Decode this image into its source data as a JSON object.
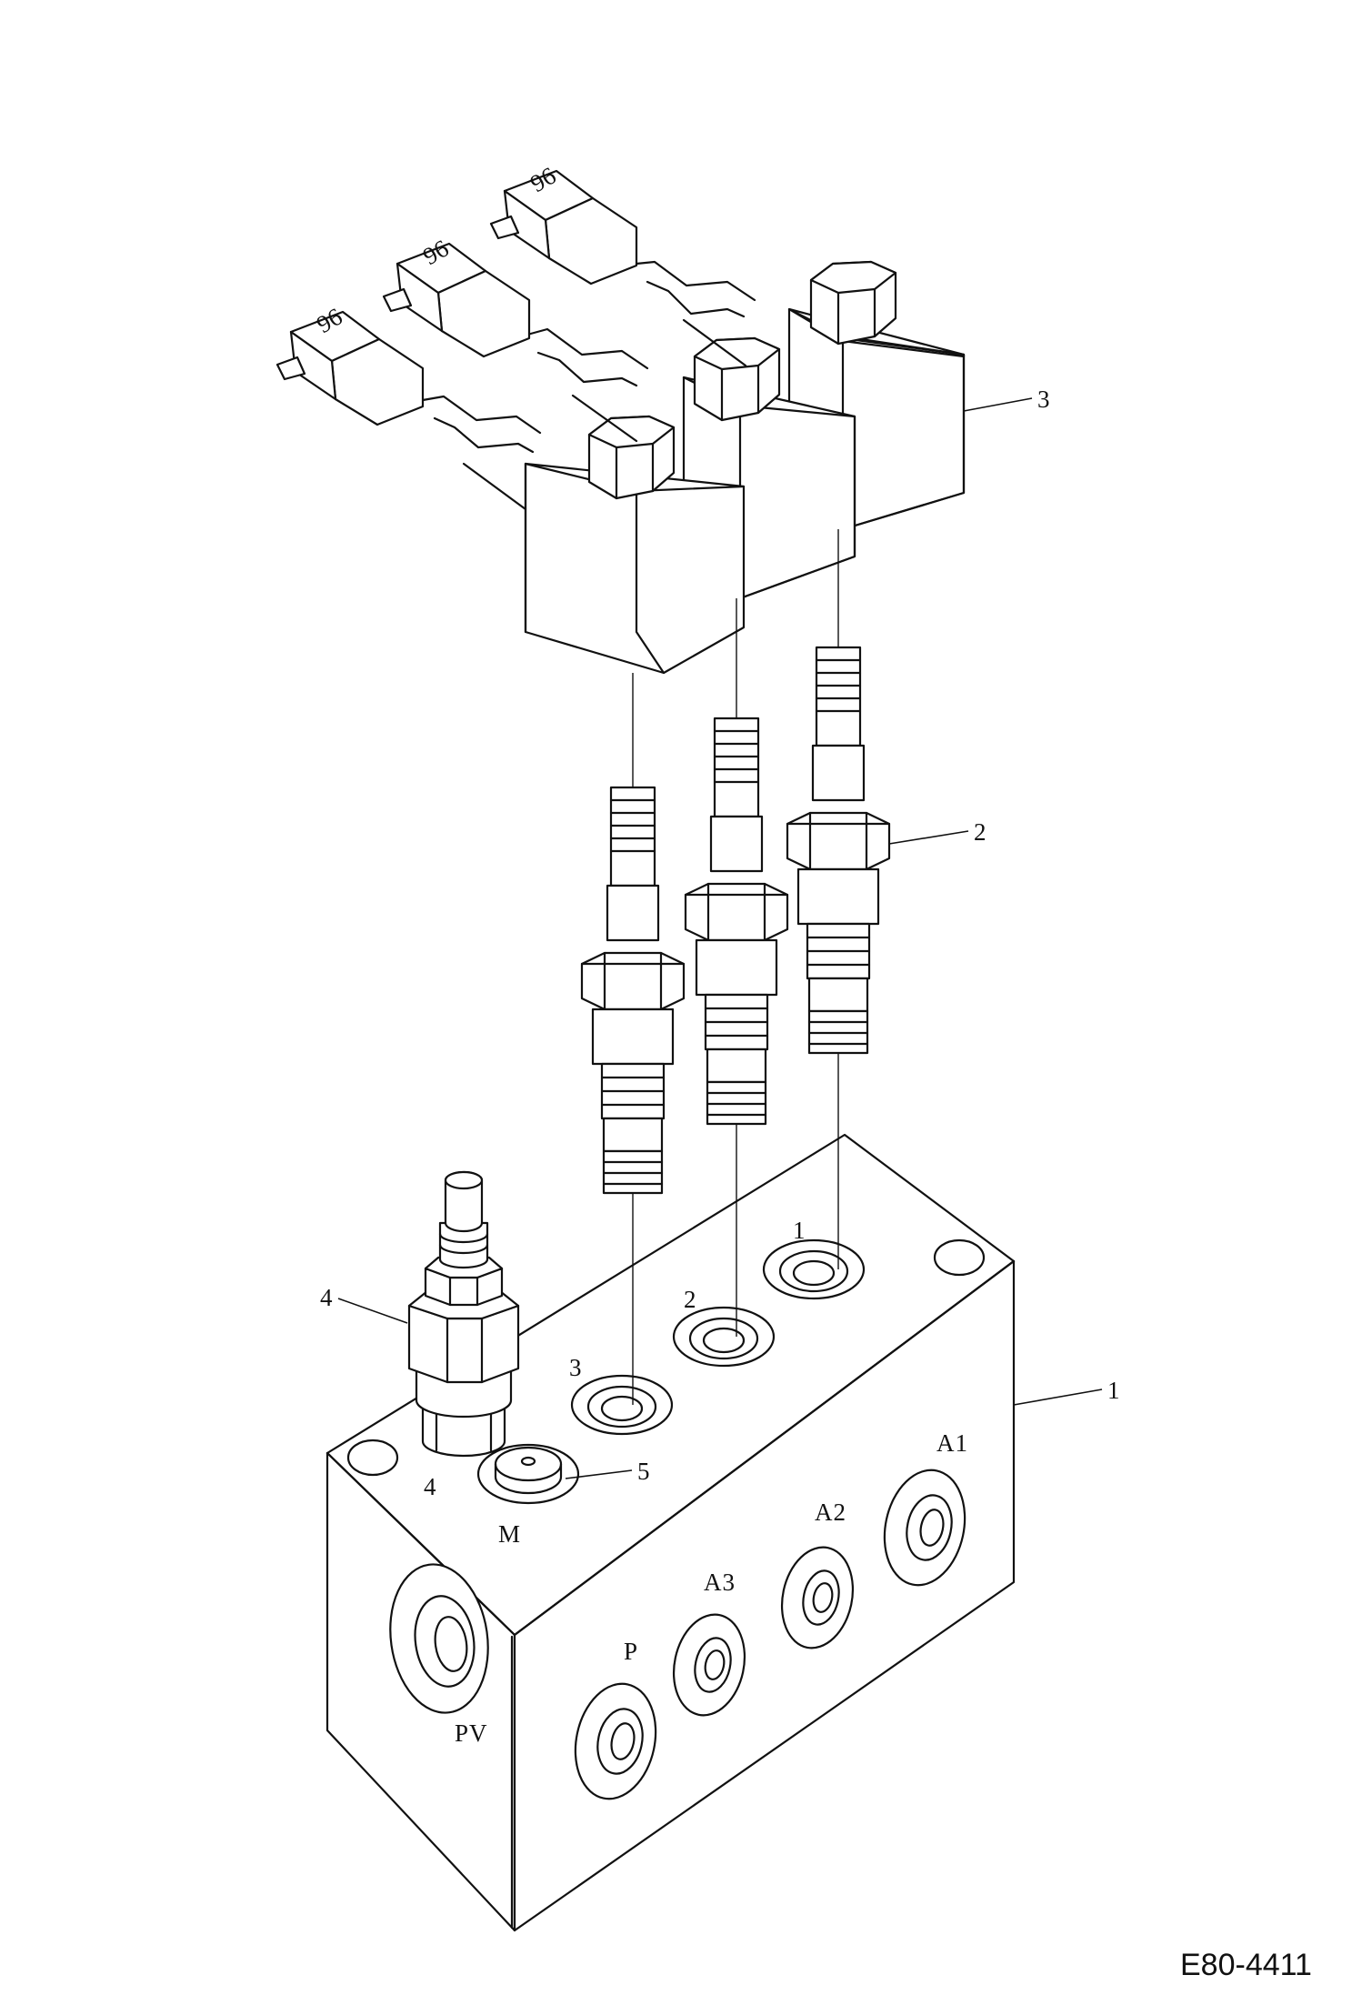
{
  "drawing": {
    "figure_code": "E80-4411",
    "callouts": {
      "manifold_block": "1",
      "cartridge_valve": "2",
      "solenoid_coil": "3",
      "relief_valve": "4",
      "plug": "5"
    },
    "cavity_numbers": [
      "1",
      "2",
      "3",
      "4"
    ],
    "port_labels": {
      "m": "M",
      "p": "P",
      "pv": "PV",
      "a1": "A1",
      "a2": "A2",
      "a3": "A3"
    },
    "connector_marking": "96"
  }
}
